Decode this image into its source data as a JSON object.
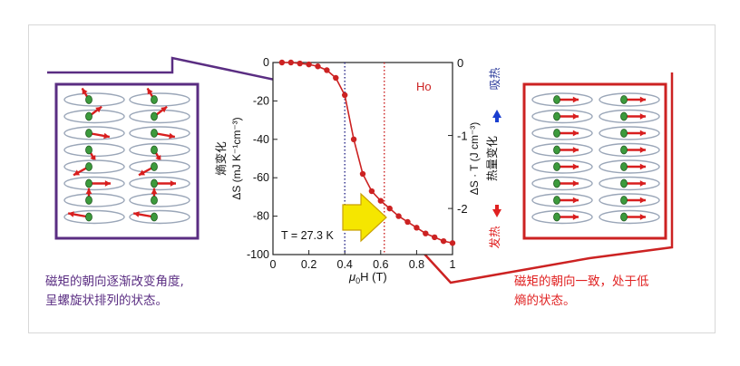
{
  "chart_data": {
    "type": "line",
    "x": [
      0.05,
      0.1,
      0.15,
      0.2,
      0.25,
      0.3,
      0.35,
      0.4,
      0.45,
      0.5,
      0.55,
      0.6,
      0.65,
      0.7,
      0.75,
      0.8,
      0.85,
      0.9,
      0.95,
      1.0
    ],
    "y": [
      0,
      0,
      -0.5,
      -1,
      -2,
      -4,
      -8,
      -17,
      -40,
      -58,
      -67,
      -72,
      -76,
      -80,
      -83,
      -86,
      -89,
      -91,
      -93,
      -94
    ],
    "xlabel_symbol": "μ",
    "xlabel_sub": "0",
    "xlabel_rest": "H (T)",
    "ylabel_left": "ΔS  (mJ K⁻¹cm⁻³)",
    "ylabel_left_cn": "熵变化",
    "ylabel_right": "ΔS · T (J cm⁻³)",
    "ylabel_right_cn": "热量变化",
    "xlim": [
      0,
      1
    ],
    "ylim": [
      -100,
      0
    ],
    "xticks": [
      "0",
      "0.2",
      "0.4",
      "0.6",
      "0.8",
      "1"
    ],
    "yticks": [
      "0",
      "-20",
      "-40",
      "-60",
      "-80",
      "-100"
    ],
    "right_yticks": [
      "0",
      "-1",
      "-2"
    ],
    "vlines": [
      0.4,
      0.62
    ],
    "annotation_temp": "T = 27.3 K",
    "element_label": "Ho",
    "color": "#cc2222"
  },
  "labels": {
    "absorb_heat": "吸热",
    "release_heat": "发热"
  },
  "captions": {
    "left": "磁矩的朝向逐渐改变角度,\n呈螺旋状排列的状态。",
    "right": "磁矩的朝向一致，处于低\n熵的状态。"
  },
  "colors": {
    "purple": "#5a2d82",
    "red": "#cc2222",
    "arrow_yellow": "#f5e600",
    "ellipse_stroke": "#9aa6b8",
    "dot_green": "#3c9a3c"
  },
  "icons": {
    "up_arrow": "blue-up-arrow-icon",
    "down_arrow": "red-down-arrow-icon",
    "field_arrow": "yellow-right-arrow-icon"
  }
}
